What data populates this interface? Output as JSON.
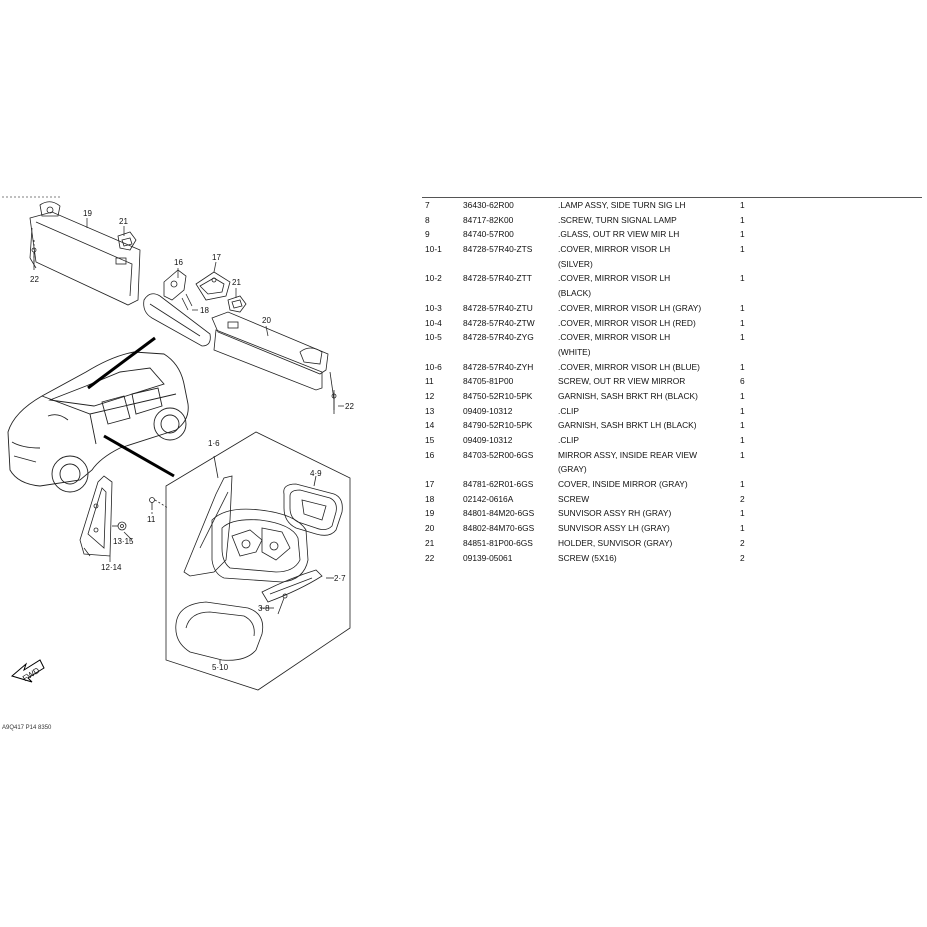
{
  "diagram": {
    "callouts": [
      {
        "id": "c19",
        "text": "19"
      },
      {
        "id": "c21a",
        "text": "21"
      },
      {
        "id": "c22a",
        "text": "22"
      },
      {
        "id": "c16",
        "text": "16"
      },
      {
        "id": "c17",
        "text": "17"
      },
      {
        "id": "c21b",
        "text": "21"
      },
      {
        "id": "c18",
        "text": "18"
      },
      {
        "id": "c20",
        "text": "20"
      },
      {
        "id": "c22b",
        "text": "22"
      },
      {
        "id": "c1_6",
        "text": "1·6"
      },
      {
        "id": "c4_9",
        "text": "4·9"
      },
      {
        "id": "c11",
        "text": "11"
      },
      {
        "id": "c13_15",
        "text": "13·15"
      },
      {
        "id": "c12_14",
        "text": "12·14"
      },
      {
        "id": "c2_7",
        "text": "2·7"
      },
      {
        "id": "c3_8",
        "text": "3·8"
      },
      {
        "id": "c5_10",
        "text": "5·10"
      }
    ],
    "fwd_label": "FWD",
    "footer_code": "A9Q417 P14 8350"
  },
  "parts": [
    {
      "ref": "7",
      "part_no": "36430-62R00",
      "desc": ".LAMP ASSY, SIDE TURN SIG LH",
      "qty": "1"
    },
    {
      "ref": "8",
      "part_no": "84717-82K00",
      "desc": ".SCREW, TURN SIGNAL LAMP",
      "qty": "1"
    },
    {
      "ref": "9",
      "part_no": "84740-57R00",
      "desc": ".GLASS, OUT RR VIEW MIR LH",
      "qty": "1"
    },
    {
      "ref": "10-1",
      "part_no": "84728-57R40-ZTS",
      "desc": ".COVER, MIRROR VISOR LH",
      "qty": "1"
    },
    {
      "ref": "",
      "part_no": "",
      "desc": "(SILVER)",
      "qty": ""
    },
    {
      "ref": "10-2",
      "part_no": "84728-57R40-ZTT",
      "desc": ".COVER, MIRROR VISOR LH",
      "qty": "1"
    },
    {
      "ref": "",
      "part_no": "",
      "desc": "(BLACK)",
      "qty": ""
    },
    {
      "ref": "10-3",
      "part_no": "84728-57R40-ZTU",
      "desc": ".COVER, MIRROR VISOR LH (GRAY)",
      "qty": "1"
    },
    {
      "ref": "10-4",
      "part_no": "84728-57R40-ZTW",
      "desc": ".COVER, MIRROR VISOR LH (RED)",
      "qty": "1"
    },
    {
      "ref": "10-5",
      "part_no": "84728-57R40-ZYG",
      "desc": ".COVER, MIRROR VISOR LH",
      "qty": "1"
    },
    {
      "ref": "",
      "part_no": "",
      "desc": "(WHITE)",
      "qty": ""
    },
    {
      "ref": "10-6",
      "part_no": "84728-57R40-ZYH",
      "desc": ".COVER, MIRROR VISOR LH (BLUE)",
      "qty": "1"
    },
    {
      "ref": "11",
      "part_no": "84705-81P00",
      "desc": "SCREW, OUT RR VIEW MIRROR",
      "qty": "6"
    },
    {
      "ref": "12",
      "part_no": "84750-52R10-5PK",
      "desc": "GARNISH, SASH BRKT RH (BLACK)",
      "qty": "1"
    },
    {
      "ref": "13",
      "part_no": "09409-10312",
      "desc": ".CLIP",
      "qty": "1"
    },
    {
      "ref": "14",
      "part_no": "84790-52R10-5PK",
      "desc": "GARNISH, SASH BRKT LH (BLACK)",
      "qty": "1"
    },
    {
      "ref": "15",
      "part_no": "09409-10312",
      "desc": ".CLIP",
      "qty": "1"
    },
    {
      "ref": "16",
      "part_no": "84703-52R00-6GS",
      "desc": "MIRROR ASSY, INSIDE REAR VIEW",
      "qty": "1"
    },
    {
      "ref": "",
      "part_no": "",
      "desc": "(GRAY)",
      "qty": ""
    },
    {
      "ref": "17",
      "part_no": "84781-62R01-6GS",
      "desc": "COVER, INSIDE MIRROR (GRAY)",
      "qty": "1"
    },
    {
      "ref": "18",
      "part_no": "02142-0616A",
      "desc": "SCREW",
      "qty": "2"
    },
    {
      "ref": "19",
      "part_no": "84801-84M20-6GS",
      "desc": "SUNVISOR ASSY RH (GRAY)",
      "qty": "1"
    },
    {
      "ref": "20",
      "part_no": "84802-84M70-6GS",
      "desc": "SUNVISOR ASSY LH (GRAY)",
      "qty": "1"
    },
    {
      "ref": "21",
      "part_no": "84851-81P00-6GS",
      "desc": "HOLDER, SUNVISOR (GRAY)",
      "qty": "2"
    },
    {
      "ref": "22",
      "part_no": "09139-05061",
      "desc": "SCREW (5X16)",
      "qty": "2"
    }
  ]
}
